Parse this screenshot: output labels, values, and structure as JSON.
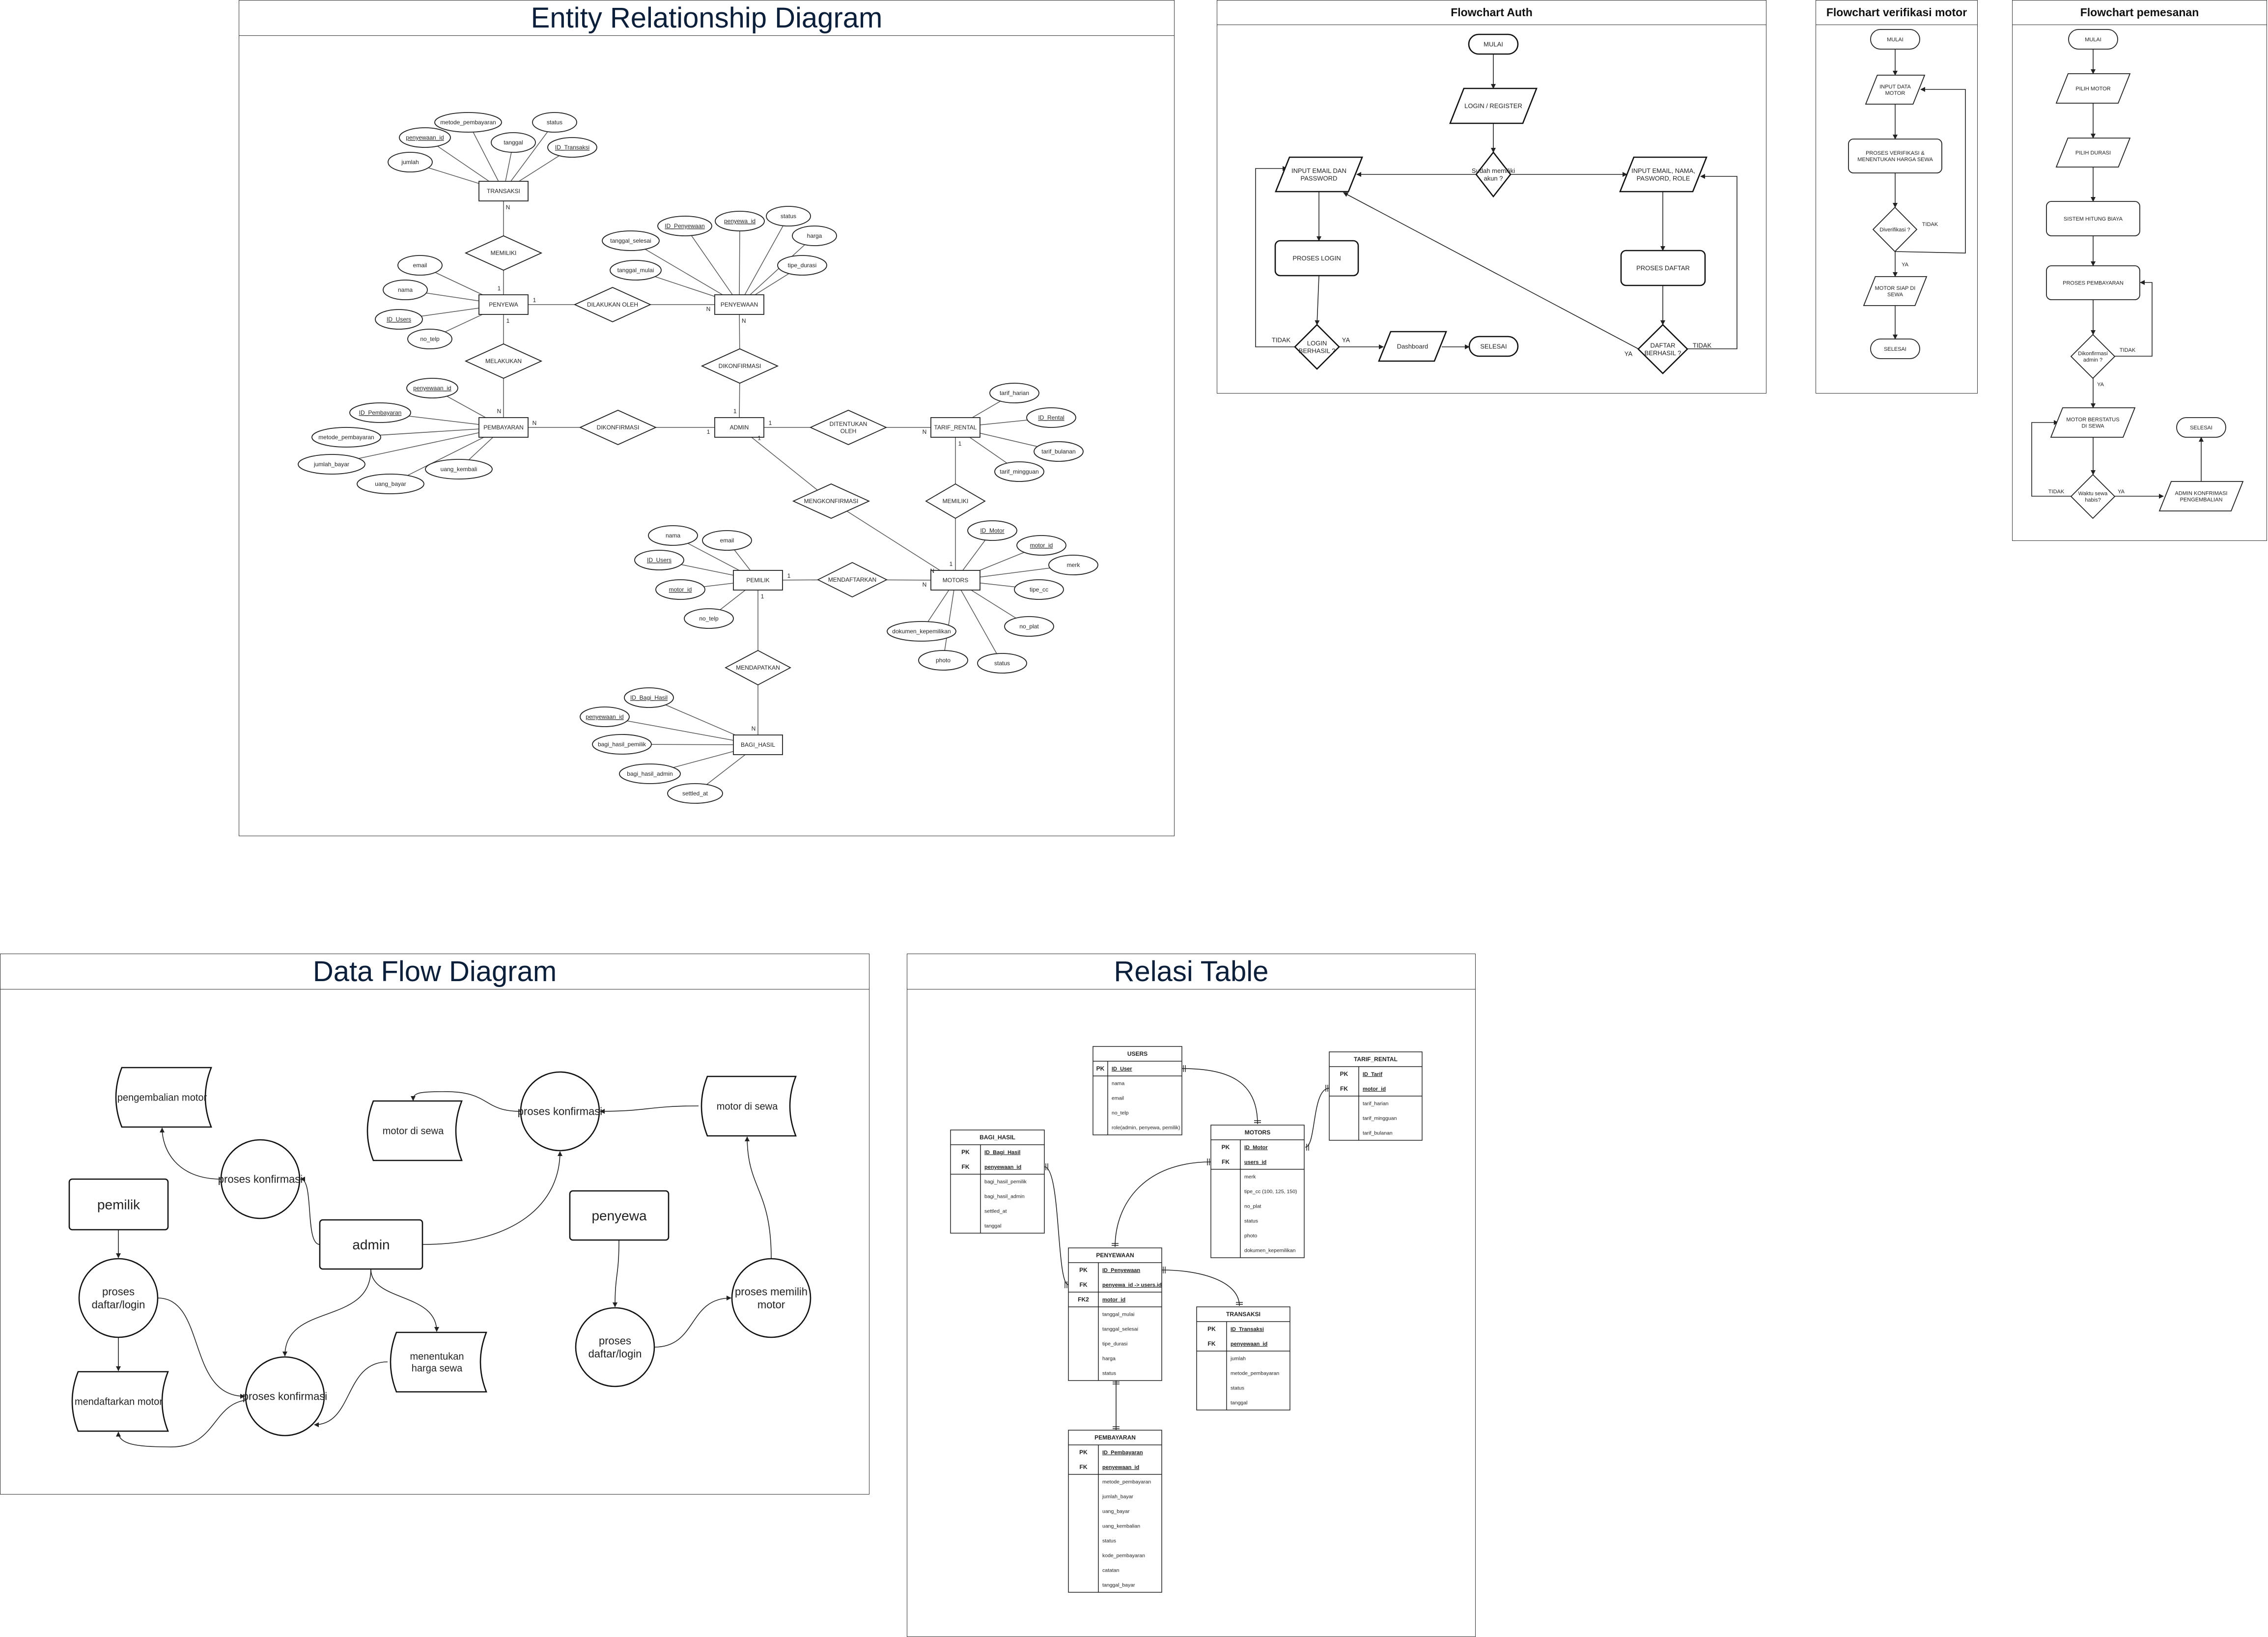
{
  "erd": {
    "title": "Entity Relationship Diagram",
    "entities": [
      {
        "name": "TRANSAKSI",
        "attributes": [
          {
            "name": "metode_pembayaran",
            "key": false
          },
          {
            "name": "status",
            "key": false
          },
          {
            "name": "penyewaan_id",
            "key": true
          },
          {
            "name": "tanggal",
            "key": false
          },
          {
            "name": "ID_Transaksi",
            "key": true
          },
          {
            "name": "jumlah",
            "key": false
          }
        ]
      },
      {
        "name": "PENYEWA",
        "attributes": [
          {
            "name": "email",
            "key": false
          },
          {
            "name": "nama",
            "key": false
          },
          {
            "name": "ID_Users",
            "key": true
          },
          {
            "name": "no_telp",
            "key": false
          }
        ]
      },
      {
        "name": "PENYEWAAN",
        "attributes": [
          {
            "name": "ID_Penyewaan",
            "key": true
          },
          {
            "name": "penyewa_id",
            "key": true
          },
          {
            "name": "status",
            "key": false
          },
          {
            "name": "harga",
            "key": false
          },
          {
            "name": "tanggal_selesai",
            "key": false
          },
          {
            "name": "tanggal_mulai",
            "key": false
          },
          {
            "name": "tipe_durasi",
            "key": false
          }
        ]
      },
      {
        "name": "PEMBAYARAN",
        "attributes": [
          {
            "name": "penyewaan_id",
            "key": true
          },
          {
            "name": "ID_Pembayaran",
            "key": true
          },
          {
            "name": "metode_pembayaran",
            "key": false
          },
          {
            "name": "jumlah_bayar",
            "key": false
          },
          {
            "name": "uang_bayar",
            "key": false
          },
          {
            "name": "uang_kembali",
            "key": false
          }
        ]
      },
      {
        "name": "ADMIN",
        "attributes": []
      },
      {
        "name": "TARIF_RENTAL",
        "attributes": [
          {
            "name": "tarif_harian",
            "key": false
          },
          {
            "name": "ID_Rental",
            "key": true
          },
          {
            "name": "tarif_bulanan",
            "key": false
          },
          {
            "name": "tarif_mingguan",
            "key": false
          }
        ]
      },
      {
        "name": "MOTORS",
        "attributes": [
          {
            "name": "ID_Motor",
            "key": true
          },
          {
            "name": "motor_id",
            "key": true
          },
          {
            "name": "merk",
            "key": false
          },
          {
            "name": "tipe_cc",
            "key": false
          },
          {
            "name": "no_plat",
            "key": false
          },
          {
            "name": "dokumen_kepemilikan",
            "key": false
          },
          {
            "name": "photo",
            "key": false
          },
          {
            "name": "status",
            "key": false
          }
        ]
      },
      {
        "name": "PEMILIK",
        "attributes": [
          {
            "name": "nama",
            "key": false
          },
          {
            "name": "email",
            "key": false
          },
          {
            "name": "ID_Users",
            "key": true
          },
          {
            "name": "motor_id",
            "key": true
          },
          {
            "name": "no_telp",
            "key": false
          }
        ]
      },
      {
        "name": "BAGI_HASIL",
        "attributes": [
          {
            "name": "ID_Bagi_Hasil",
            "key": true
          },
          {
            "name": "penyewaan_id",
            "key": true
          },
          {
            "name": "bagi_hasil_pemilik",
            "key": false
          },
          {
            "name": "bagi_hasil_admin",
            "key": false
          },
          {
            "name": "settled_at",
            "key": false
          }
        ]
      }
    ],
    "relationships": [
      {
        "label": [
          "MEMILIKI"
        ],
        "from": "TRANSAKSI",
        "to": "PENYEWA",
        "card_from": "N",
        "card_to": "1"
      },
      {
        "label": [
          "DILAKUKAN OLEH"
        ],
        "from": "PENYEWA",
        "to": "PENYEWAAN",
        "card_from": "1",
        "card_to": "N"
      },
      {
        "label": [
          "MELAKUKAN"
        ],
        "from": "PENYEWA",
        "to": "PEMBAYARAN",
        "card_from": "1",
        "card_to": "N"
      },
      {
        "label": [
          "DIKONFIRMASI"
        ],
        "from": "PENYEWAAN",
        "to": "ADMIN",
        "card_from": "N",
        "card_to": "1"
      },
      {
        "label": [
          "DIKONFIRMASI"
        ],
        "from": "PEMBAYARAN",
        "to": "ADMIN",
        "card_from": "N",
        "card_to": "1"
      },
      {
        "label": [
          "DITENTUKAN",
          "OLEH"
        ],
        "from": "ADMIN",
        "to": "TARIF_RENTAL",
        "card_from": "1",
        "card_to": "N"
      },
      {
        "label": [
          "MENGKONFIRMASI"
        ],
        "from": "ADMIN",
        "to": "MOTORS",
        "card_from": "1",
        "card_to": "N"
      },
      {
        "label": [
          "MEMILIKI"
        ],
        "from": "TARIF_RENTAL",
        "to": "MOTORS",
        "card_from": "1",
        "card_to": "1"
      },
      {
        "label": [
          "MENDAFTARKAN"
        ],
        "from": "PEMILIK",
        "to": "MOTORS",
        "card_from": "1",
        "card_to": "N"
      },
      {
        "label": [
          "MENDAPATKAN"
        ],
        "from": "PEMILIK",
        "to": "BAGI_HASIL",
        "card_from": "1",
        "card_to": "N"
      }
    ]
  },
  "flowchart_auth": {
    "title": "Flowchart Auth",
    "nodes": [
      [
        "MULAI"
      ],
      [
        "LOGIN / REGISTER"
      ],
      [
        "Sudah memiliki",
        "akun ?"
      ],
      [
        "INPUT EMAIL DAN",
        "PASSWORD"
      ],
      [
        "INPUT EMAIL, NAMA,",
        "PASWORD, ROLE"
      ],
      [
        "PROSES LOGIN"
      ],
      [
        "PROSES DAFTAR"
      ],
      [
        "LOGIN",
        "BERHASIL ?"
      ],
      [
        "Dashboard"
      ],
      [
        "SELESAI"
      ],
      [
        "DAFTAR",
        "BERHASIL ?"
      ]
    ],
    "edge_labels": [
      "TIDAK",
      "YA",
      "YA",
      "TIDAK"
    ]
  },
  "flowchart_verifikasi": {
    "title": "Flowchart verifikasi motor",
    "nodes": [
      [
        "MULAI"
      ],
      [
        "INPUT DATA",
        "MOTOR"
      ],
      [
        "PROSES VERIFIKASI &",
        "MENENTUKAN HARGA SEWA"
      ],
      [
        "Diverifikasi ?"
      ],
      [
        "MOTOR SIAP DI",
        "SEWA"
      ],
      [
        "SELESAI"
      ]
    ],
    "edge_labels": [
      "TIDAK",
      "YA"
    ]
  },
  "flowchart_pemesanan": {
    "title": "Flowchart pemesanan",
    "nodes": [
      [
        "MULAI"
      ],
      [
        "PILIH MOTOR"
      ],
      [
        "PILIH DURASI"
      ],
      [
        "SISTEM HITUNG BIAYA"
      ],
      [
        "PROSES PEMBAYARAN"
      ],
      [
        "Dikonfirmasi",
        "admin ?"
      ],
      [
        "MOTOR BERSTATUS",
        "DI SEWA"
      ],
      [
        "Waktu sewa",
        "habis?"
      ],
      [
        "ADMIN KONFRIMASI",
        "PENGEMBALIAN"
      ],
      [
        "SELESAI"
      ]
    ],
    "edge_labels": [
      "TIDAK",
      "YA",
      "TIDAK",
      "YA"
    ]
  },
  "dfd": {
    "title": "Data Flow Diagram",
    "nodes": [
      {
        "type": "store",
        "label": [
          "pengembalian motor"
        ]
      },
      {
        "type": "store",
        "label": [
          "motor di sewa"
        ]
      },
      {
        "type": "process",
        "label": [
          "proses konfirmasi"
        ]
      },
      {
        "type": "store",
        "label": [
          "motor di sewa"
        ]
      },
      {
        "type": "process",
        "label": [
          "proses konfirmasi"
        ]
      },
      {
        "type": "entity",
        "label": [
          "pemilik"
        ]
      },
      {
        "type": "entity",
        "label": [
          "admin"
        ]
      },
      {
        "type": "entity",
        "label": [
          "penyewa"
        ]
      },
      {
        "type": "process",
        "label": [
          "proses",
          "daftar/login"
        ]
      },
      {
        "type": "process",
        "label": [
          "proses memilih",
          "motor"
        ]
      },
      {
        "type": "store",
        "label": [
          "menentukan",
          "harga sewa"
        ]
      },
      {
        "type": "process",
        "label": [
          "proses",
          "daftar/login"
        ]
      },
      {
        "type": "store",
        "label": [
          "mendaftarkan motor"
        ]
      },
      {
        "type": "process",
        "label": [
          "proses konfirmasi"
        ]
      }
    ]
  },
  "relasi": {
    "title": "Relasi Table",
    "tables": [
      {
        "name": "USERS",
        "key_groups": [
          [
            {
              "k": "PK",
              "f": "ID_User"
            }
          ]
        ],
        "attrs": [
          "nama",
          "email",
          "no_telp",
          "role(admin, penyewa, pemilik)"
        ]
      },
      {
        "name": "TARIF_RENTAL",
        "key_groups": [
          [
            {
              "k": "PK",
              "f": "ID_Tarif"
            },
            {
              "k": "FK",
              "f": "motor_id"
            }
          ]
        ],
        "attrs": [
          "tarif_harian",
          "tarif_mingguan",
          "tarif_bulanan"
        ]
      },
      {
        "name": "MOTORS",
        "key_groups": [
          [
            {
              "k": "PK",
              "f": "ID_Motor"
            },
            {
              "k": "FK",
              "f": "users_id"
            }
          ]
        ],
        "attrs": [
          "merk",
          "tipe_cc (100, 125, 150)",
          "no_plat",
          "status",
          "photo",
          "dokumen_kepemilikan"
        ]
      },
      {
        "name": "BAGI_HASIL",
        "key_groups": [
          [
            {
              "k": "PK",
              "f": "ID_Bagi_Hasil"
            },
            {
              "k": "FK",
              "f": "penyewaan_id"
            }
          ]
        ],
        "attrs": [
          "bagi_hasil_pemilik",
          "bagi_hasil_admin",
          "settled_at",
          "tanggal"
        ]
      },
      {
        "name": "PENYEWAAN",
        "key_groups": [
          [
            {
              "k": "PK",
              "f": "ID_Penyewaan"
            },
            {
              "k": "FK",
              "f": "penyewa_id -> users.id"
            }
          ],
          [
            {
              "k": "FK2",
              "f": "motor_id"
            }
          ]
        ],
        "attrs": [
          "tanggal_mulai",
          "tanggal_selesai",
          "tipe_durasi",
          "harga",
          "status"
        ]
      },
      {
        "name": "TRANSAKSI",
        "key_groups": [
          [
            {
              "k": "PK",
              "f": "ID_Transaksi"
            },
            {
              "k": "FK",
              "f": "penyewaan_id"
            }
          ]
        ],
        "attrs": [
          "jumlah",
          "metode_pembayaran",
          "status",
          "tanggal"
        ]
      },
      {
        "name": "PEMBAYARAN",
        "key_groups": [
          [
            {
              "k": "PK",
              "f": "ID_Pembayaran"
            },
            {
              "k": "FK",
              "f": "penyewaan_id"
            }
          ]
        ],
        "attrs": [
          "metode_pembayaran",
          "jumlah_bayar",
          "uang_bayar",
          "uang_kembalian",
          "status",
          "kode_pembayaran",
          "catatan",
          "tanggal_bayar"
        ]
      }
    ]
  }
}
